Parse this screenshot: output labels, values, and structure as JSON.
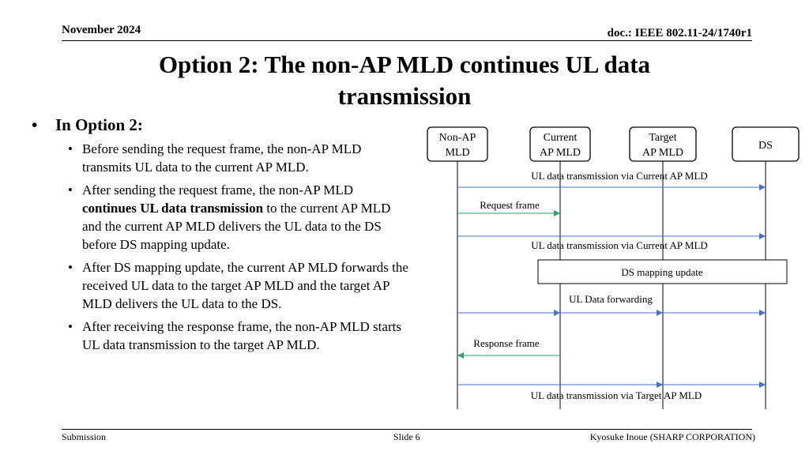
{
  "header": {
    "date": "November 2024",
    "doc_id": "doc.: IEEE 802.11-24/1740r1"
  },
  "title": {
    "line1": "Option 2: The non-AP MLD continues UL data",
    "line2": "transmission"
  },
  "bullets": {
    "main": "In Option 2:",
    "items": [
      {
        "text": "Before sending the request frame, the non-AP MLD transmits UL data to the current AP MLD."
      },
      {
        "pre": "After sending the request frame, the non-AP MLD ",
        "bold": "continues UL data transmission",
        "post": " to the current AP MLD and the current AP MLD delivers the UL data to the DS before DS mapping update."
      },
      {
        "text": "After DS mapping update, the current AP MLD forwards the received UL data to the target AP MLD and the target AP MLD delivers the UL data to the DS."
      },
      {
        "text": "After receiving the response frame, the non-AP MLD starts UL data transmission to the target AP MLD."
      }
    ]
  },
  "diagram": {
    "entities": [
      {
        "line1": "Non-AP",
        "line2": "MLD"
      },
      {
        "line1": "Current",
        "line2": "AP MLD"
      },
      {
        "line1": "Target",
        "line2": "AP MLD"
      },
      {
        "line1": "DS",
        "line2": ""
      }
    ],
    "labels": {
      "ul_current_1": "UL data transmission via Current AP MLD",
      "request": "Request frame",
      "ul_current_2": "UL data transmission via Current AP MLD",
      "ds_mapping": "DS mapping update",
      "forwarding": "UL Data forwarding",
      "response": "Response frame",
      "ul_target": "UL data transmission via Target AP MLD"
    },
    "colors": {
      "ul_arrow": "#4472C4",
      "frame_arrow": "#2E9E6E"
    }
  },
  "footer": {
    "left": "Submission",
    "center": "Slide 6",
    "right": "Kyosuke Inoue (SHARP CORPORATION)"
  }
}
